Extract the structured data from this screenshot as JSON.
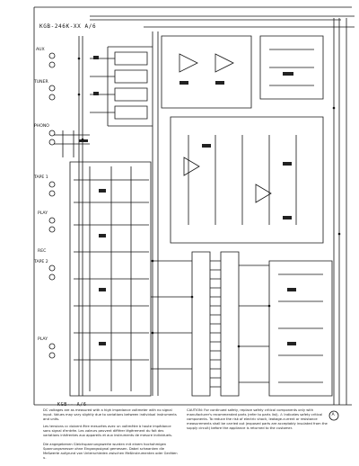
{
  "page": {
    "title": "KGB-246K-XX A/6",
    "lower_title": "KGB-- A/6",
    "background": "#ffffff",
    "ink": "#111111"
  },
  "input_labels": {
    "aux": "AUX",
    "tuner": "TUNER",
    "phono": "PHONO",
    "tape1": "TAPE 1",
    "play1": "PLAY",
    "rec": "REC",
    "tape2": "TAPE 2",
    "play2": "PLAY"
  },
  "notes": {
    "english": "DC voltages are as measured with a high impedance voltmeter with no signal input. Values may vary slightly due to variations between individual instruments and units.",
    "french": "Les tensions cc doivent être mesurées avec un voltmètre à haute impédance sans signal d'entrée. Les valeurs peuvent différer légèrement du fait des variations inhérentes aux appareils et aux instruments de mesure individuels.",
    "german": "Die angegebenen Gleichspannungswerte wurden mit einem hochohmigen Spannungsmesser ohne Eingangssignal gemessen. Dabei schwanken die Meßwerte aufgrund von Unterschieden zwischen Meßinstrumenten oder Geräten u.",
    "caution": "CAUTION: For continued safety, replace safety critical components only with manufacturer's recommended parts (refer to parts list). ⚠ Indicates safety critical components. To reduce the risk of electric shock, leakage-current or resistance measurements shall be carried out (exposed parts are acceptably insulated from the supply circuit) before the appliance is returned to the customer."
  },
  "markers": {
    "corner_a": "A"
  }
}
